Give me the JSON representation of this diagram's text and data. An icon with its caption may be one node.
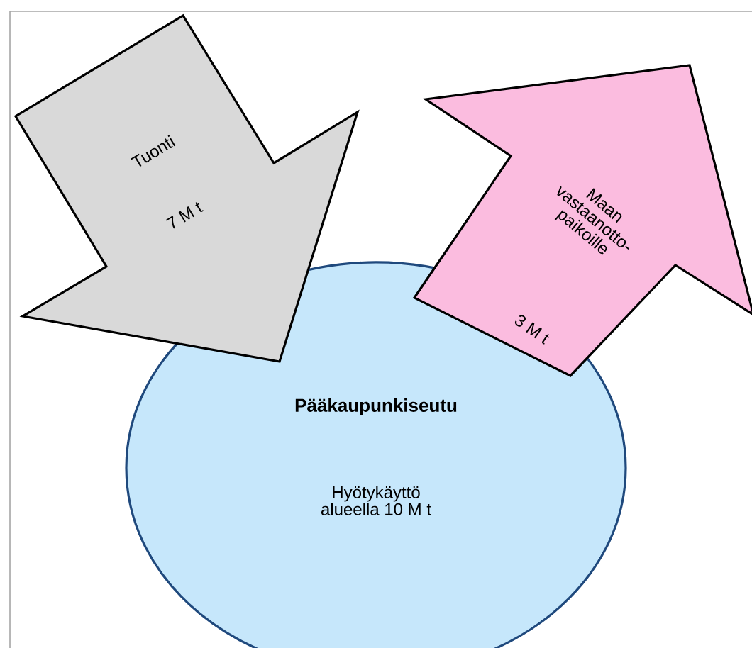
{
  "diagram": {
    "nodes": [
      {
        "text": [
          "Tuonti",
          "7 M t"
        ]
      },
      {
        "text": [
          "Pääkaupunkiseutu",
          "Hyötykäyttö alueella 10 M t"
        ]
      },
      {
        "text": [
          "Maan vastaanotto-paikoille",
          "3 M t"
        ]
      }
    ]
  }
}
